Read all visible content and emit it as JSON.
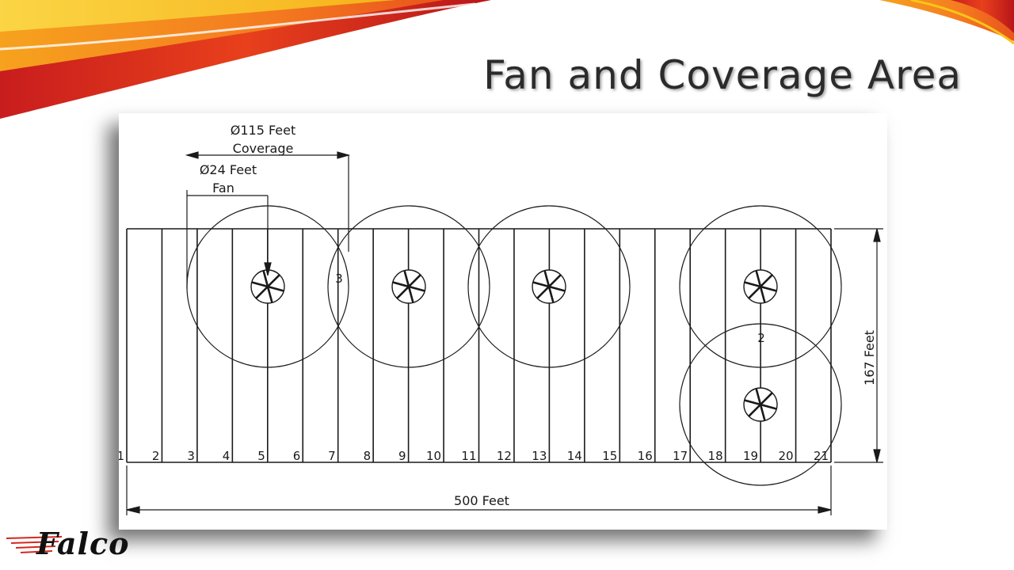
{
  "slide": {
    "title": "Fan and Coverage Area"
  },
  "diagram": {
    "coverage_label_line1": "Ø115 Feet",
    "coverage_label_line2": "Coverage",
    "fan_label_line1": "Ø24 Feet",
    "fan_label_line2": "Fan",
    "width_label": "500 Feet",
    "height_label": "167 Feet",
    "marker_3": "3",
    "marker_2": "2",
    "column_numbers": [
      "1",
      "2",
      "3",
      "4",
      "5",
      "6",
      "7",
      "8",
      "9",
      "10",
      "11",
      "12",
      "13",
      "14",
      "15",
      "16",
      "17",
      "18",
      "19",
      "20",
      "21"
    ]
  },
  "logo": {
    "text": "Falco"
  },
  "colors": {
    "swoosh_red": "#d7261e",
    "swoosh_orange": "#f47b20",
    "swoosh_yellow": "#f9c41a",
    "line": "#1a1a1a"
  }
}
